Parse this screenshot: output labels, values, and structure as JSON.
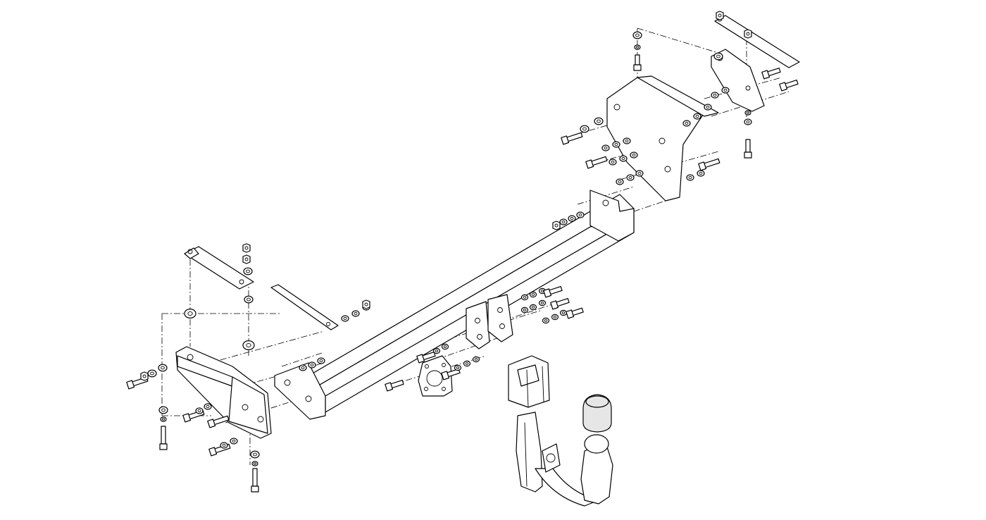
{
  "diagram": {
    "kind": "exploded-assembly",
    "colors": {
      "line": "#000000",
      "background": "#ffffff",
      "ball": "#e6e6e6"
    },
    "parts": [
      "main-crossbar",
      "left-side-bracket",
      "left-top-strap",
      "left-inner-strap",
      "right-side-bracket",
      "right-top-strap",
      "right-end-bracket",
      "center-mount-plates",
      "socket-plate",
      "tow-ball-neck",
      "tow-ball-cap",
      "socket-housing"
    ]
  }
}
